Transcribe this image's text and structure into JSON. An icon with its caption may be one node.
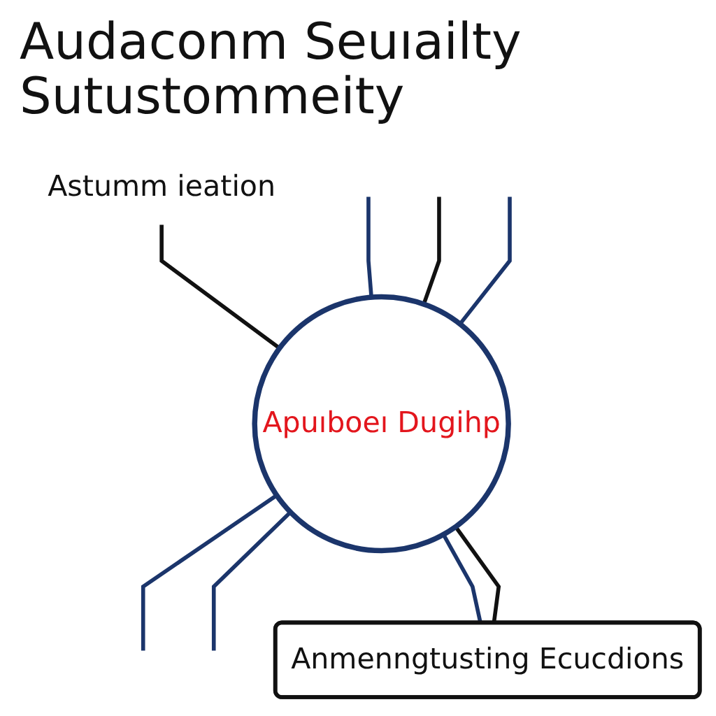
{
  "diagram": {
    "title": "Audaconm Seuıailty Sutustommeity",
    "nodes": [
      {
        "text": [
          "Astumm ieation"
        ]
      },
      {
        "text": [
          "Apuıboeı Dugihp"
        ]
      },
      {
        "text": [
          "Anmenngtusting Ecucdions"
        ]
      }
    ],
    "edges": [
      {
        "from": 0,
        "to": 1,
        "arrow": "none",
        "color": "#111111"
      },
      {
        "from": null,
        "to": 1,
        "arrow": "none"
      },
      {
        "from": null,
        "to": 1,
        "arrow": "none",
        "color": "#111111"
      },
      {
        "from": null,
        "to": 1,
        "arrow": "none"
      },
      {
        "from": 1,
        "to": null,
        "arrow": "none"
      },
      {
        "from": 1,
        "to": null,
        "arrow": "none"
      },
      {
        "from": 1,
        "to": 2,
        "arrow": "none"
      },
      {
        "from": 1,
        "to": 2,
        "arrow": "none",
        "color": "#111111"
      }
    ]
  }
}
